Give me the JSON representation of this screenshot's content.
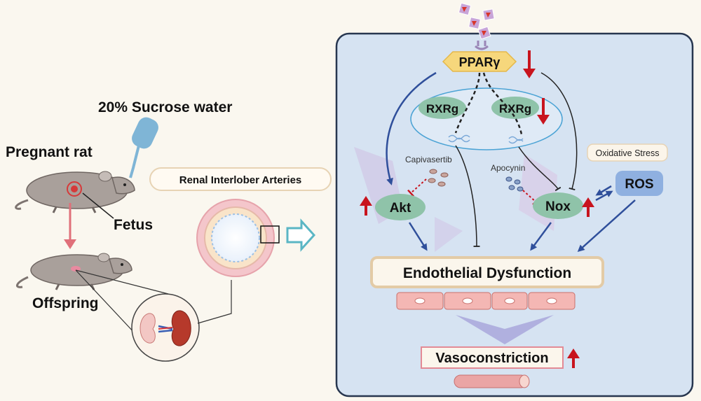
{
  "left_panel": {
    "sucrose_label": "20% Sucrose water",
    "pregnant_label": "Pregnant rat",
    "fetus_label": "Fetus",
    "offspring_label": "Offspring",
    "renal_label": "Renal Interlober Arteries"
  },
  "pathway": {
    "ppar_label": "PPARγ",
    "rxr_left_label": "RXRg",
    "rxr_right_label": "RXRg",
    "capivasertib_label": "Capivasertib",
    "apocynin_label": "Apocynin",
    "oxidative_stress_label": "Oxidative Stress",
    "akt_label": "Akt",
    "nox_label": "Nox",
    "ros_label": "ROS",
    "endothelial_label": "Endothelial Dysfunction",
    "vasoconstriction_label": "Vasoconstriction"
  },
  "colors": {
    "panel_bg": "#d6e3f2",
    "panel_border": "#27364f",
    "ppar_fill": "#f6d77c",
    "node_fill": "#8fc3a9",
    "ros_fill": "#8fb0e0",
    "up_arrow": "#c8141e",
    "blue_arrow": "#2f4f9b"
  }
}
